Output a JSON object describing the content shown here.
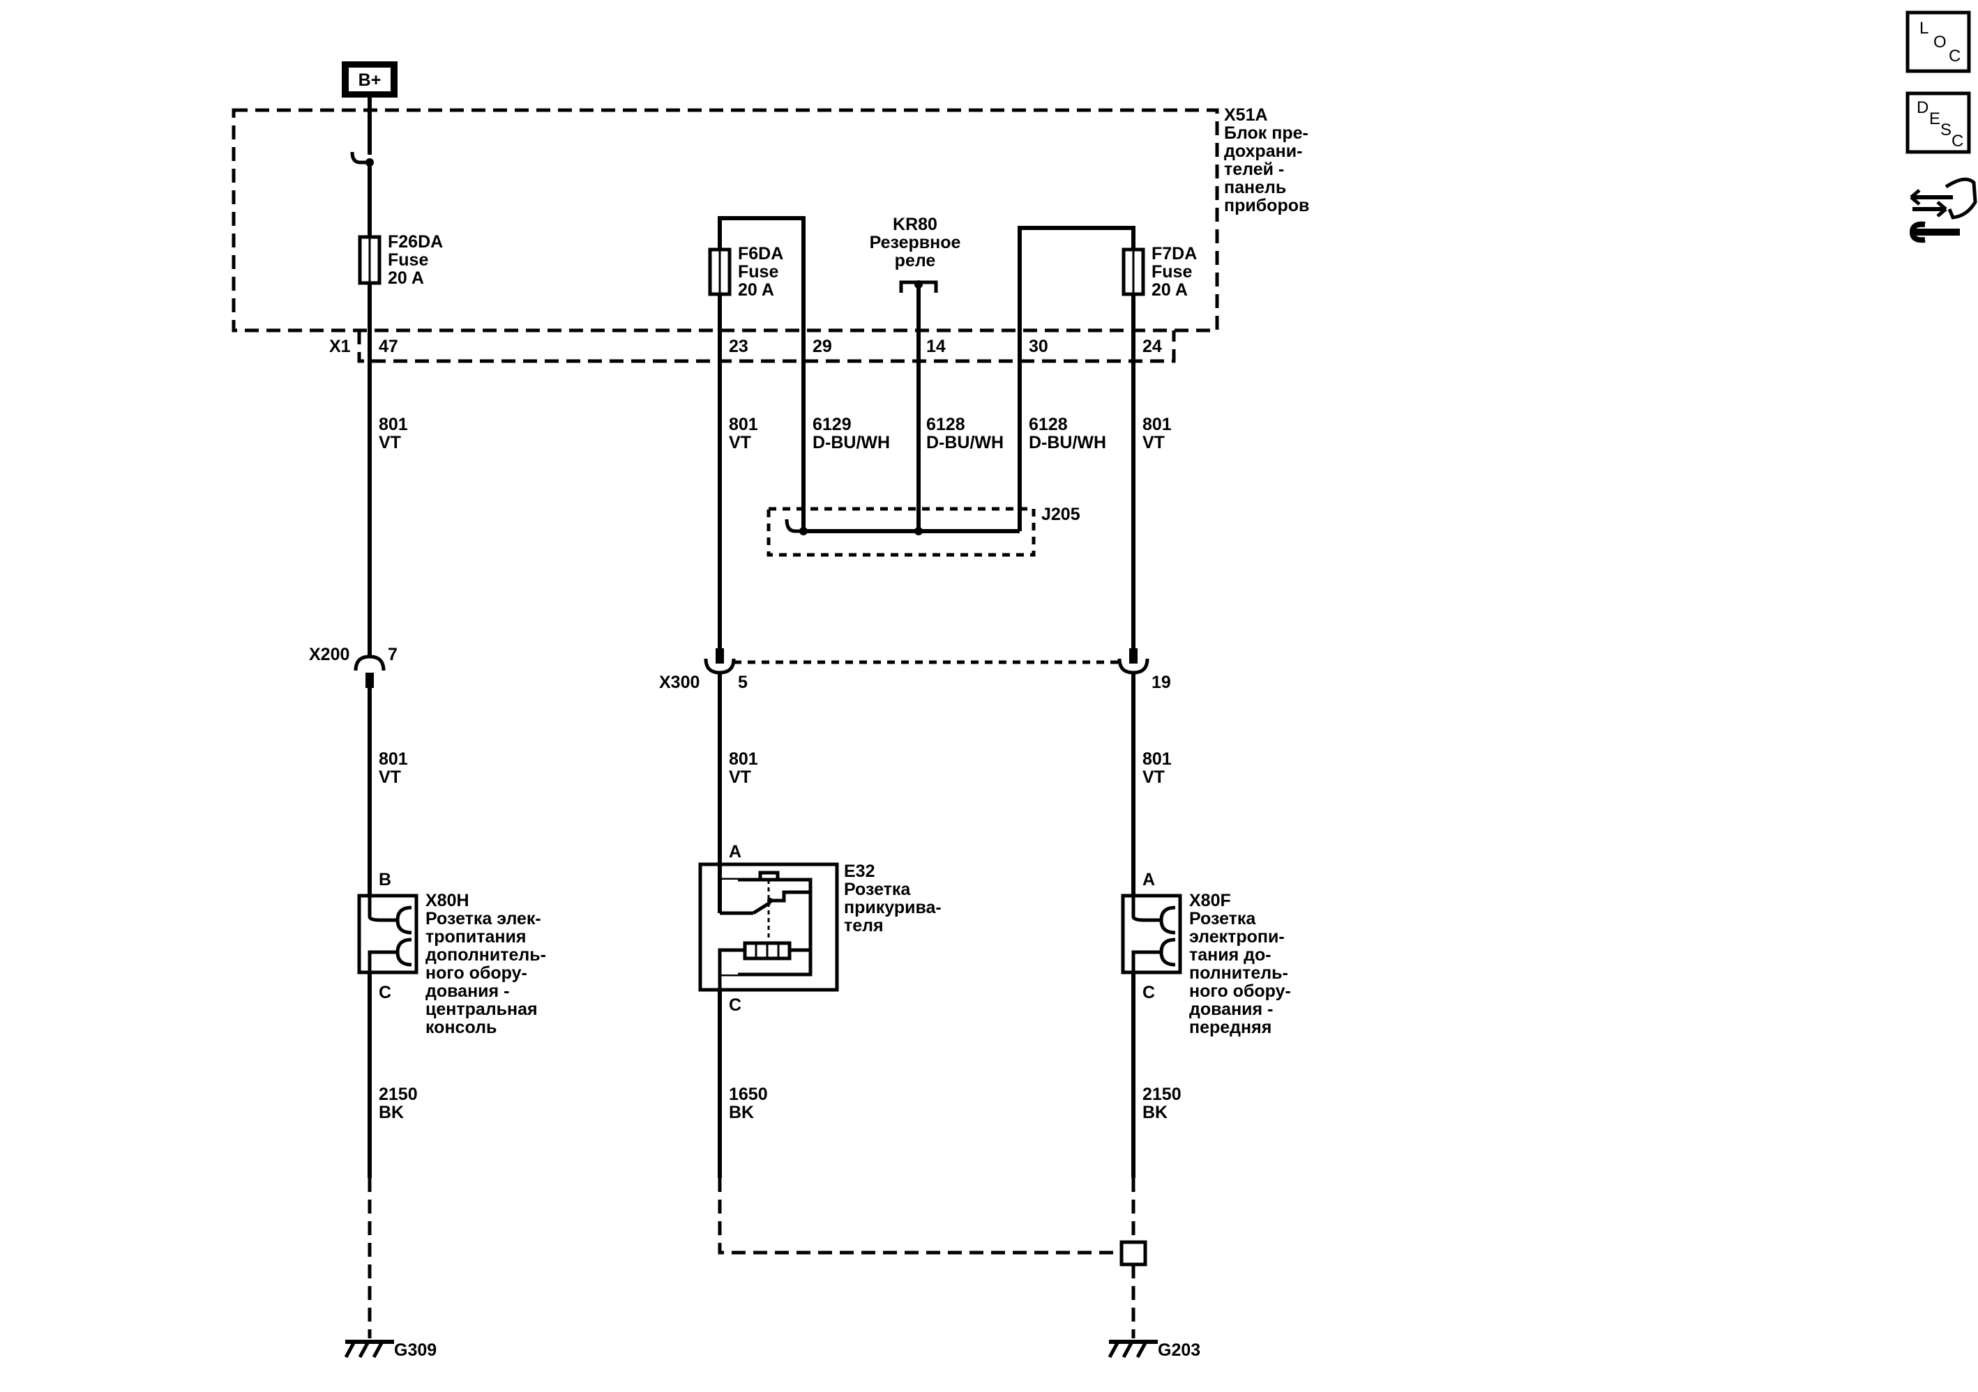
{
  "power": {
    "label": "B+"
  },
  "fuse_block": {
    "id": "X51A",
    "desc": [
      "Блок пре-",
      "дохрани-",
      "телей -",
      "панель",
      "приборов"
    ]
  },
  "fuses": [
    {
      "id": "F26DA",
      "type": "Fuse",
      "rating": "20 A"
    },
    {
      "id": "F6DA",
      "type": "Fuse",
      "rating": "20 A"
    },
    {
      "id": "F7DA",
      "type": "Fuse",
      "rating": "20 A"
    }
  ],
  "relay": {
    "id": "KR80",
    "desc": [
      "Резервное",
      "реле"
    ]
  },
  "connector_x1": {
    "id": "X1",
    "pins": [
      "47",
      "23",
      "29",
      "14",
      "30",
      "24"
    ]
  },
  "wires_upper": [
    {
      "num": "801",
      "color": "VT"
    },
    {
      "num": "801",
      "color": "VT"
    },
    {
      "num": "6129",
      "color": "D-BU/WH"
    },
    {
      "num": "6128",
      "color": "D-BU/WH"
    },
    {
      "num": "6128",
      "color": "D-BU/WH"
    },
    {
      "num": "801",
      "color": "VT"
    }
  ],
  "splice": {
    "id": "J205"
  },
  "inline_connectors": [
    {
      "id": "X200",
      "pin": "7"
    },
    {
      "id": "X300",
      "pin": "5"
    },
    {
      "pin": "19"
    }
  ],
  "wires_mid": [
    {
      "num": "801",
      "color": "VT"
    },
    {
      "num": "801",
      "color": "VT"
    },
    {
      "num": "801",
      "color": "VT"
    }
  ],
  "components": [
    {
      "id": "X80H",
      "pin_top": "B",
      "pin_bottom": "C",
      "desc": [
        "Розетка элек-",
        "тропитания",
        "дополнитель-",
        "ного обору-",
        "дования -",
        "центральная",
        "консоль"
      ]
    },
    {
      "id": "E32",
      "pin_top": "A",
      "pin_bottom": "C",
      "desc": [
        "Розетка",
        "прикурива-",
        "теля"
      ]
    },
    {
      "id": "X80F",
      "pin_top": "A",
      "pin_bottom": "C",
      "desc": [
        "Розетка",
        "электропи-",
        "тания до-",
        "полнитель-",
        "ного обору-",
        "дования -",
        "передняя"
      ]
    }
  ],
  "wires_lower": [
    {
      "num": "2150",
      "color": "BK"
    },
    {
      "num": "1650",
      "color": "BK"
    },
    {
      "num": "2150",
      "color": "BK"
    }
  ],
  "grounds": [
    "G309",
    "G203"
  ],
  "side_icons": [
    {
      "name": "loc-icon",
      "letters": [
        "L",
        "O",
        "C"
      ]
    },
    {
      "name": "desc-icon",
      "letters": [
        "D",
        "E",
        "S",
        "C"
      ]
    },
    {
      "name": "connector-repair-icon"
    }
  ]
}
